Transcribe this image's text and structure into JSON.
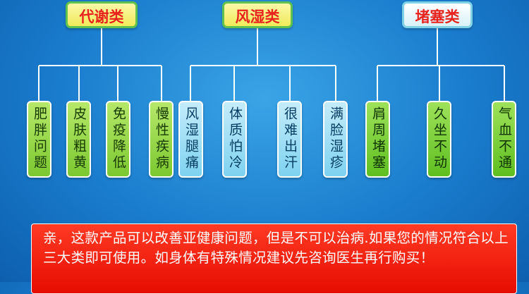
{
  "categories": [
    {
      "label": "代谢类",
      "items": [
        "肥胖问题",
        "皮肤粗黄",
        "免疫降低",
        "慢性疾病"
      ]
    },
    {
      "label": "风湿类",
      "items": [
        "风湿腿痛",
        "体质怕冷",
        "很难出汗",
        "满脸湿疹"
      ]
    },
    {
      "label": "堵塞类",
      "items": [
        "肩周堵塞",
        "久坐不动",
        "气血不通"
      ]
    }
  ],
  "notice": "亲，这款产品可以改善亚健康问题，但是不可以治病.如果您的情况符合以上三大类即可使用。如身体有特殊情况建议先咨询医生再行购买！"
}
